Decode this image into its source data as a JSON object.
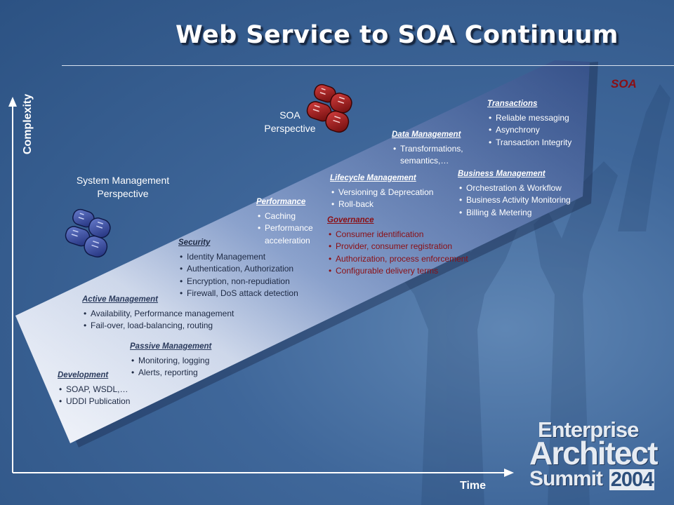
{
  "title": "Web Service to SOA Continuum",
  "axes": {
    "y_label": "Complexity",
    "x_label": "Time"
  },
  "corner_label": "SOA",
  "perspectives": {
    "system": "System Management Perspective",
    "soa": "SOA Perspective"
  },
  "icons": {
    "system_perspective": "binoculars-icon",
    "soa_perspective": "binoculars-icon"
  },
  "colors": {
    "accent_red": "#8b0f14",
    "background_blue": "#3f679a"
  },
  "blocks": {
    "development": {
      "header": "Development",
      "items": [
        "SOAP, WSDL,…",
        "UDDI Publication"
      ]
    },
    "passive": {
      "header": "Passive Management",
      "items": [
        "Monitoring, logging",
        "Alerts, reporting"
      ]
    },
    "active": {
      "header": "Active Management",
      "items": [
        "Availability, Performance management",
        "Fail-over, load-balancing, routing"
      ]
    },
    "security": {
      "header": "Security",
      "items": [
        "Identity Management",
        "Authentication, Authorization",
        "Encryption, non-repudiation",
        "Firewall, DoS attack detection"
      ]
    },
    "performance": {
      "header": "Performance",
      "items": [
        "Caching",
        "Performance acceleration"
      ]
    },
    "governance": {
      "header": "Governance",
      "items": [
        "Consumer identification",
        "Provider, consumer registration",
        "Authorization, process enforcement",
        "Configurable delivery terms"
      ]
    },
    "lifecycle": {
      "header": "Lifecycle Management",
      "items": [
        "Versioning & Deprecation",
        "Roll-back"
      ]
    },
    "data": {
      "header": "Data Management",
      "items": [
        "Transformations, semantics,…"
      ]
    },
    "business": {
      "header": "Business Management",
      "items": [
        "Orchestration & Workflow",
        "Business Activity Monitoring",
        "Billing & Metering"
      ]
    },
    "transactions": {
      "header": "Transactions",
      "items": [
        "Reliable messaging",
        "Asynchrony",
        "Transaction Integrity"
      ]
    }
  },
  "logo": {
    "line1": "Enterprise",
    "line2": "Architect",
    "line3": "Summit",
    "year": "2004"
  }
}
